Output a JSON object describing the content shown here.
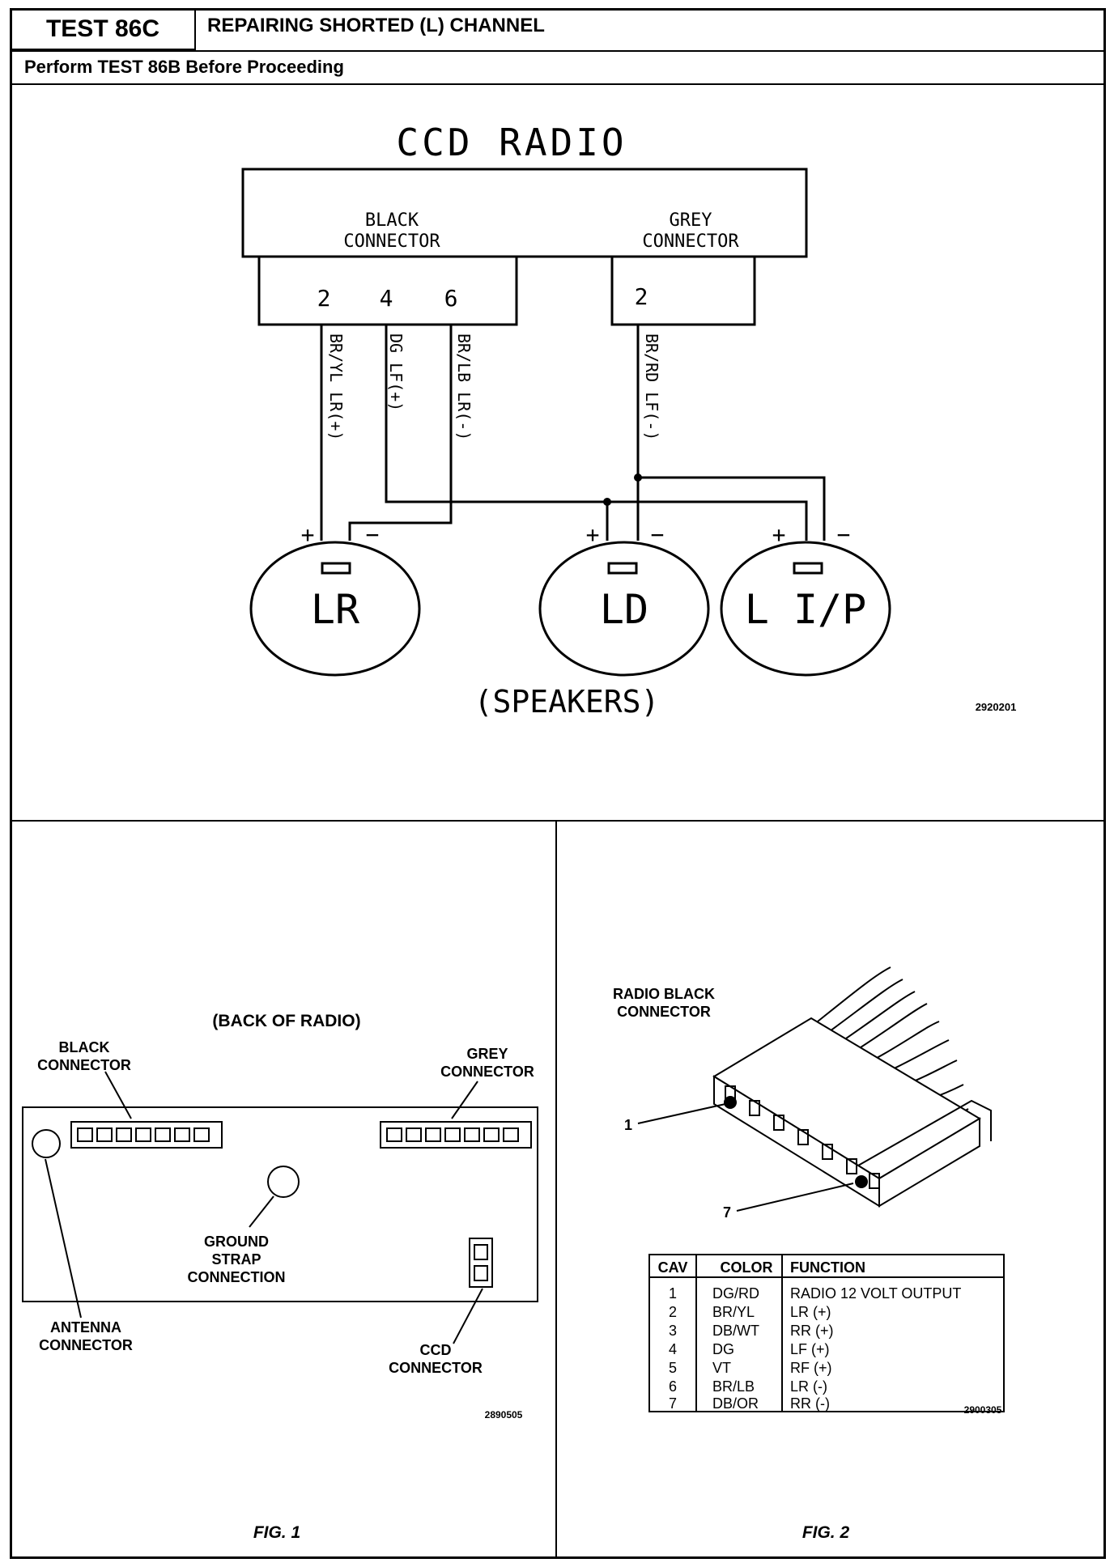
{
  "header": {
    "test_id": "TEST 86C",
    "title": "REPAIRING SHORTED (L) CHANNEL",
    "subtitle": "Perform TEST 86B Before Proceeding"
  },
  "schematic": {
    "title": "CCD RADIO",
    "black_connector": [
      "BLACK",
      "CONNECTOR"
    ],
    "grey_connector": [
      "GREY",
      "CONNECTOR"
    ],
    "black_pins": [
      "2",
      "4",
      "6"
    ],
    "grey_pins": [
      "2"
    ],
    "wires": [
      "BR/YL LR(+)",
      "DG LF(+)",
      "BR/LB LR(-)",
      "BR/RD LF(-)"
    ],
    "speakers": [
      "LR",
      "LD",
      "L I/P"
    ],
    "polarity_plus": "+",
    "polarity_minus": "−",
    "speakers_caption": "(SPEAKERS)",
    "ref": "2920201"
  },
  "fig1": {
    "title": "(BACK OF RADIO)",
    "black_connector": [
      "BLACK",
      "CONNECTOR"
    ],
    "grey_connector": [
      "GREY",
      "CONNECTOR"
    ],
    "ground": [
      "GROUND",
      "STRAP",
      "CONNECTION"
    ],
    "antenna": [
      "ANTENNA",
      "CONNECTOR"
    ],
    "ccd": [
      "CCD",
      "CONNECTOR"
    ],
    "ref": "2890505",
    "caption": "FIG. 1"
  },
  "fig2": {
    "title": [
      "RADIO BLACK",
      "CONNECTOR"
    ],
    "pin1": "1",
    "pin7": "7",
    "table": {
      "headers": [
        "CAV",
        "COLOR",
        "FUNCTION"
      ],
      "rows": [
        [
          "1",
          "DG/RD",
          "RADIO 12 VOLT OUTPUT"
        ],
        [
          "2",
          "BR/YL",
          "LR (+)"
        ],
        [
          "3",
          "DB/WT",
          "RR (+)"
        ],
        [
          "4",
          "DG",
          "LF (+)"
        ],
        [
          "5",
          "VT",
          "RF (+)"
        ],
        [
          "6",
          "BR/LB",
          "LR (-)"
        ],
        [
          "7",
          "DB/OR",
          "RR (-)"
        ]
      ]
    },
    "ref": "2900305",
    "caption": "FIG. 2"
  }
}
